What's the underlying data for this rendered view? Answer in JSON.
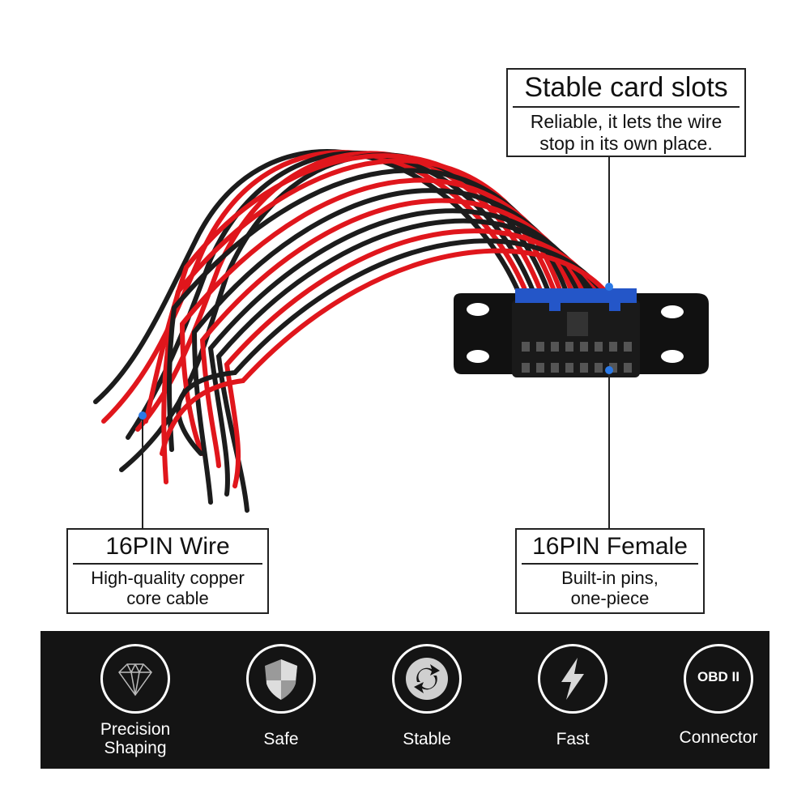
{
  "callouts": {
    "stable_slots": {
      "title": "Stable card slots",
      "line1": "Reliable, it lets the wire",
      "line2": "stop in its own place."
    },
    "wire": {
      "title": "16PIN Wire",
      "line1": "High-quality copper",
      "line2": "core cable"
    },
    "female": {
      "title": "16PIN Female",
      "line1": "Built-in pins,",
      "line2": "one-piece"
    }
  },
  "features": [
    {
      "line1": "Precision",
      "line2": "Shaping",
      "icon": "diamond-icon"
    },
    {
      "line1": "Safe",
      "line2": "",
      "icon": "shield-icon"
    },
    {
      "line1": "Stable",
      "line2": "",
      "icon": "recycle-arrows-icon"
    },
    {
      "line1": "Fast",
      "line2": "",
      "icon": "lightning-icon"
    },
    {
      "line1": "Connector",
      "line2": "",
      "icon": "obd-icon",
      "icon_text": "OBD II"
    }
  ],
  "colors": {
    "wire_red": "#e0161c",
    "wire_black": "#1c1c1c",
    "connector_blue": "#2456c8",
    "bar_bg": "#141414"
  }
}
